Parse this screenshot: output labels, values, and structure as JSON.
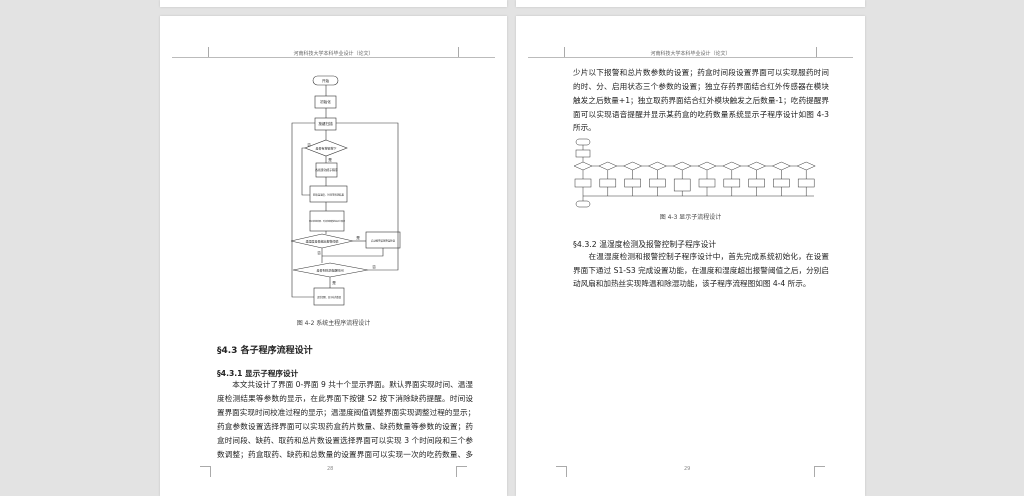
{
  "header_text": "河南科技大学本科毕业设计（论文）",
  "left_page": {
    "page_number": "28",
    "flowchart": {
      "start": "开始",
      "init": "初始化",
      "scan": "按键扫描",
      "key_pressed": "是否有按键按下",
      "key_sub": "各按键功能子程序",
      "acquire": "获取温湿度、时间等检测结果",
      "display": "显示检测结果、时间和智能药盒运行情况",
      "threshold": "温湿度是否超出报警阈值",
      "alarm": "启动报警装置降温除湿",
      "remind_time": "是否到吃药提醒时间",
      "remind": "语音提醒、显示吃药数量",
      "yes": "是",
      "no": "否"
    },
    "caption": "图 4-2  系统主程序流程设计",
    "section_heading": "§4.3  各子程序流程设计",
    "subsection_heading": "§4.3.1  显示子程序设计",
    "paragraph_lines": [
      "　　本文共设计了界面 0-界面 9 共十个显示界面。默认界面实现时间、温湿",
      "度检测结果等参数的显示，在此界面下按键 S2 按下消除缺药提醒。时间设",
      "置界面实现时间校准过程的显示；温湿度阀值调整界面实现调整过程的显示；",
      "药盒参数设置选择界面可以实现药盒药片数量、缺药数量等参数的设置；药",
      "盒时间段、缺药、取药和总片数设置选择界面可以实现 3 个时间段和三个参",
      "数调整；药盒取药、缺药和总数量的设置界面可以实现一次的吃药数量、多"
    ]
  },
  "right_page": {
    "page_number": "29",
    "paragraph_lines": [
      "少片以下报警和总片数参数的设置；药盒时间段设置界面可以实现服药时间",
      "的时、分、启用状态三个参数的设置；独立存药界面结合红外传感器在模块",
      "触发之后数量+1；独立取药界面结合红外模块触发之后数量-1；吃药提醒界",
      "面可以实现语音提醒并显示某药盒的吃药数量系统显示子程序设计如图 4-3",
      "所示。"
    ],
    "caption": "图 4-3  显示子流程设计",
    "subsection_heading": "§4.3.2  温湿度检测及报警控制子程序设计",
    "paragraph2_lines": [
      "　　在温湿度检测和报警控制子程序设计中，首先完成系统初始化，在设置",
      "界面下通过 S1-S3 完成设置功能，在温度和湿度超出报警阈值之后，分别启",
      "动风扇和加热丝实现降温和除湿功能，该子程序流程图如图 4-4 所示。"
    ]
  },
  "colors": {
    "background": "#e3e3e3",
    "page": "#ffffff",
    "text": "#222222"
  }
}
